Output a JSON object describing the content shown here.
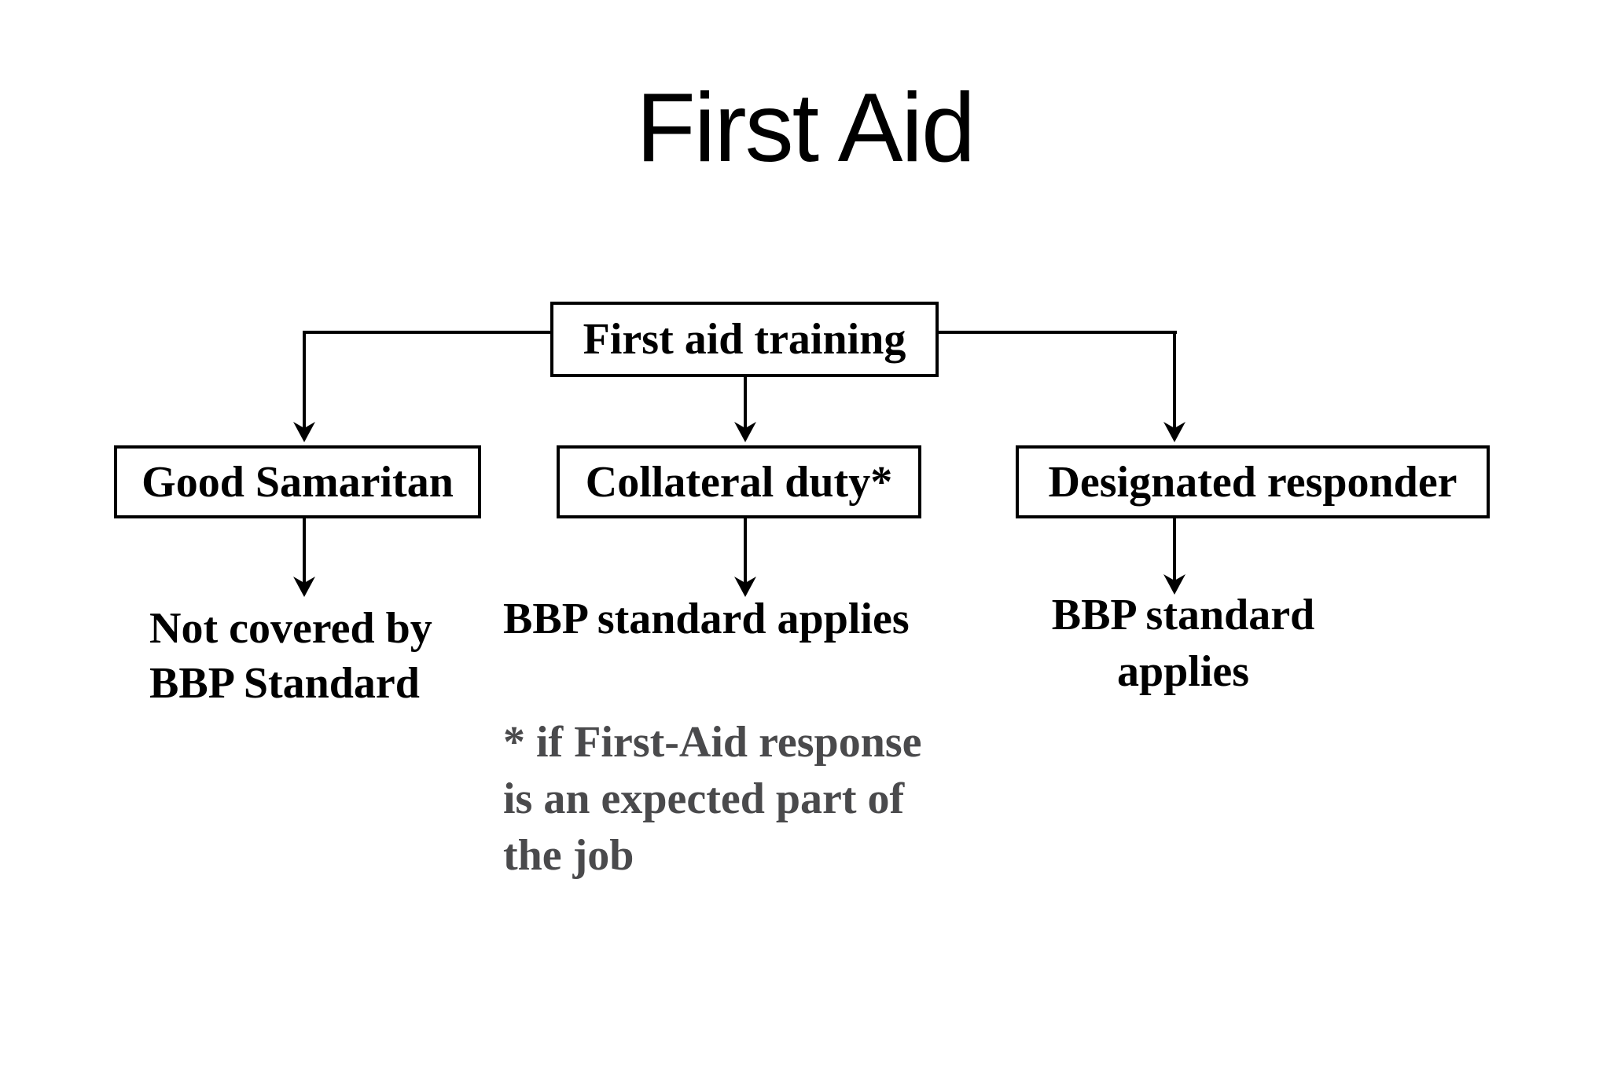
{
  "title": "First Aid",
  "colors": {
    "page_background": "#ffffff",
    "box_background": "#ffffff",
    "box_border": "#000000",
    "line": "#000000",
    "text": "#000000",
    "footnote_text": "#4a4a4c"
  },
  "tree": {
    "root": {
      "label": "First aid training"
    },
    "branches": [
      {
        "label": "Good Samaritan",
        "outcome_lines": [
          "Not covered by",
          "BBP Standard"
        ]
      },
      {
        "label": "Collateral duty*",
        "outcome_lines": [
          "BBP standard applies"
        ],
        "footnote_lines": [
          "* if First-Aid response",
          "is an expected part of",
          "the job"
        ]
      },
      {
        "label": "Designated responder",
        "outcome_lines": [
          "BBP standard",
          "applies"
        ]
      }
    ]
  }
}
